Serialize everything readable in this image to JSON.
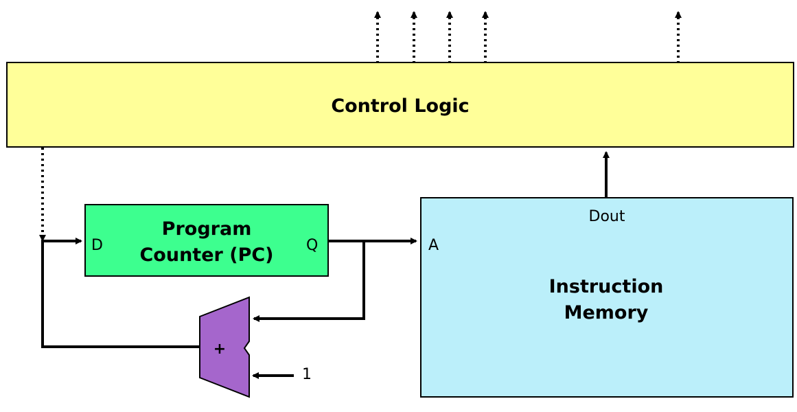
{
  "control_logic": {
    "label": "Control Logic",
    "fill": "#ffff99"
  },
  "program_counter": {
    "label_line1": "Program",
    "label_line2": "Counter (PC)",
    "port_in": "D",
    "port_out": "Q",
    "fill": "#3dff8f"
  },
  "instruction_memory": {
    "label_line1": "Instruction",
    "label_line2": "Memory",
    "port_addr": "A",
    "port_data": "Dout",
    "fill": "#bbeffa"
  },
  "adder": {
    "symbol": "+",
    "constant_input": "1",
    "fill": "#a566cc"
  },
  "colors": {
    "line": "#000000"
  }
}
